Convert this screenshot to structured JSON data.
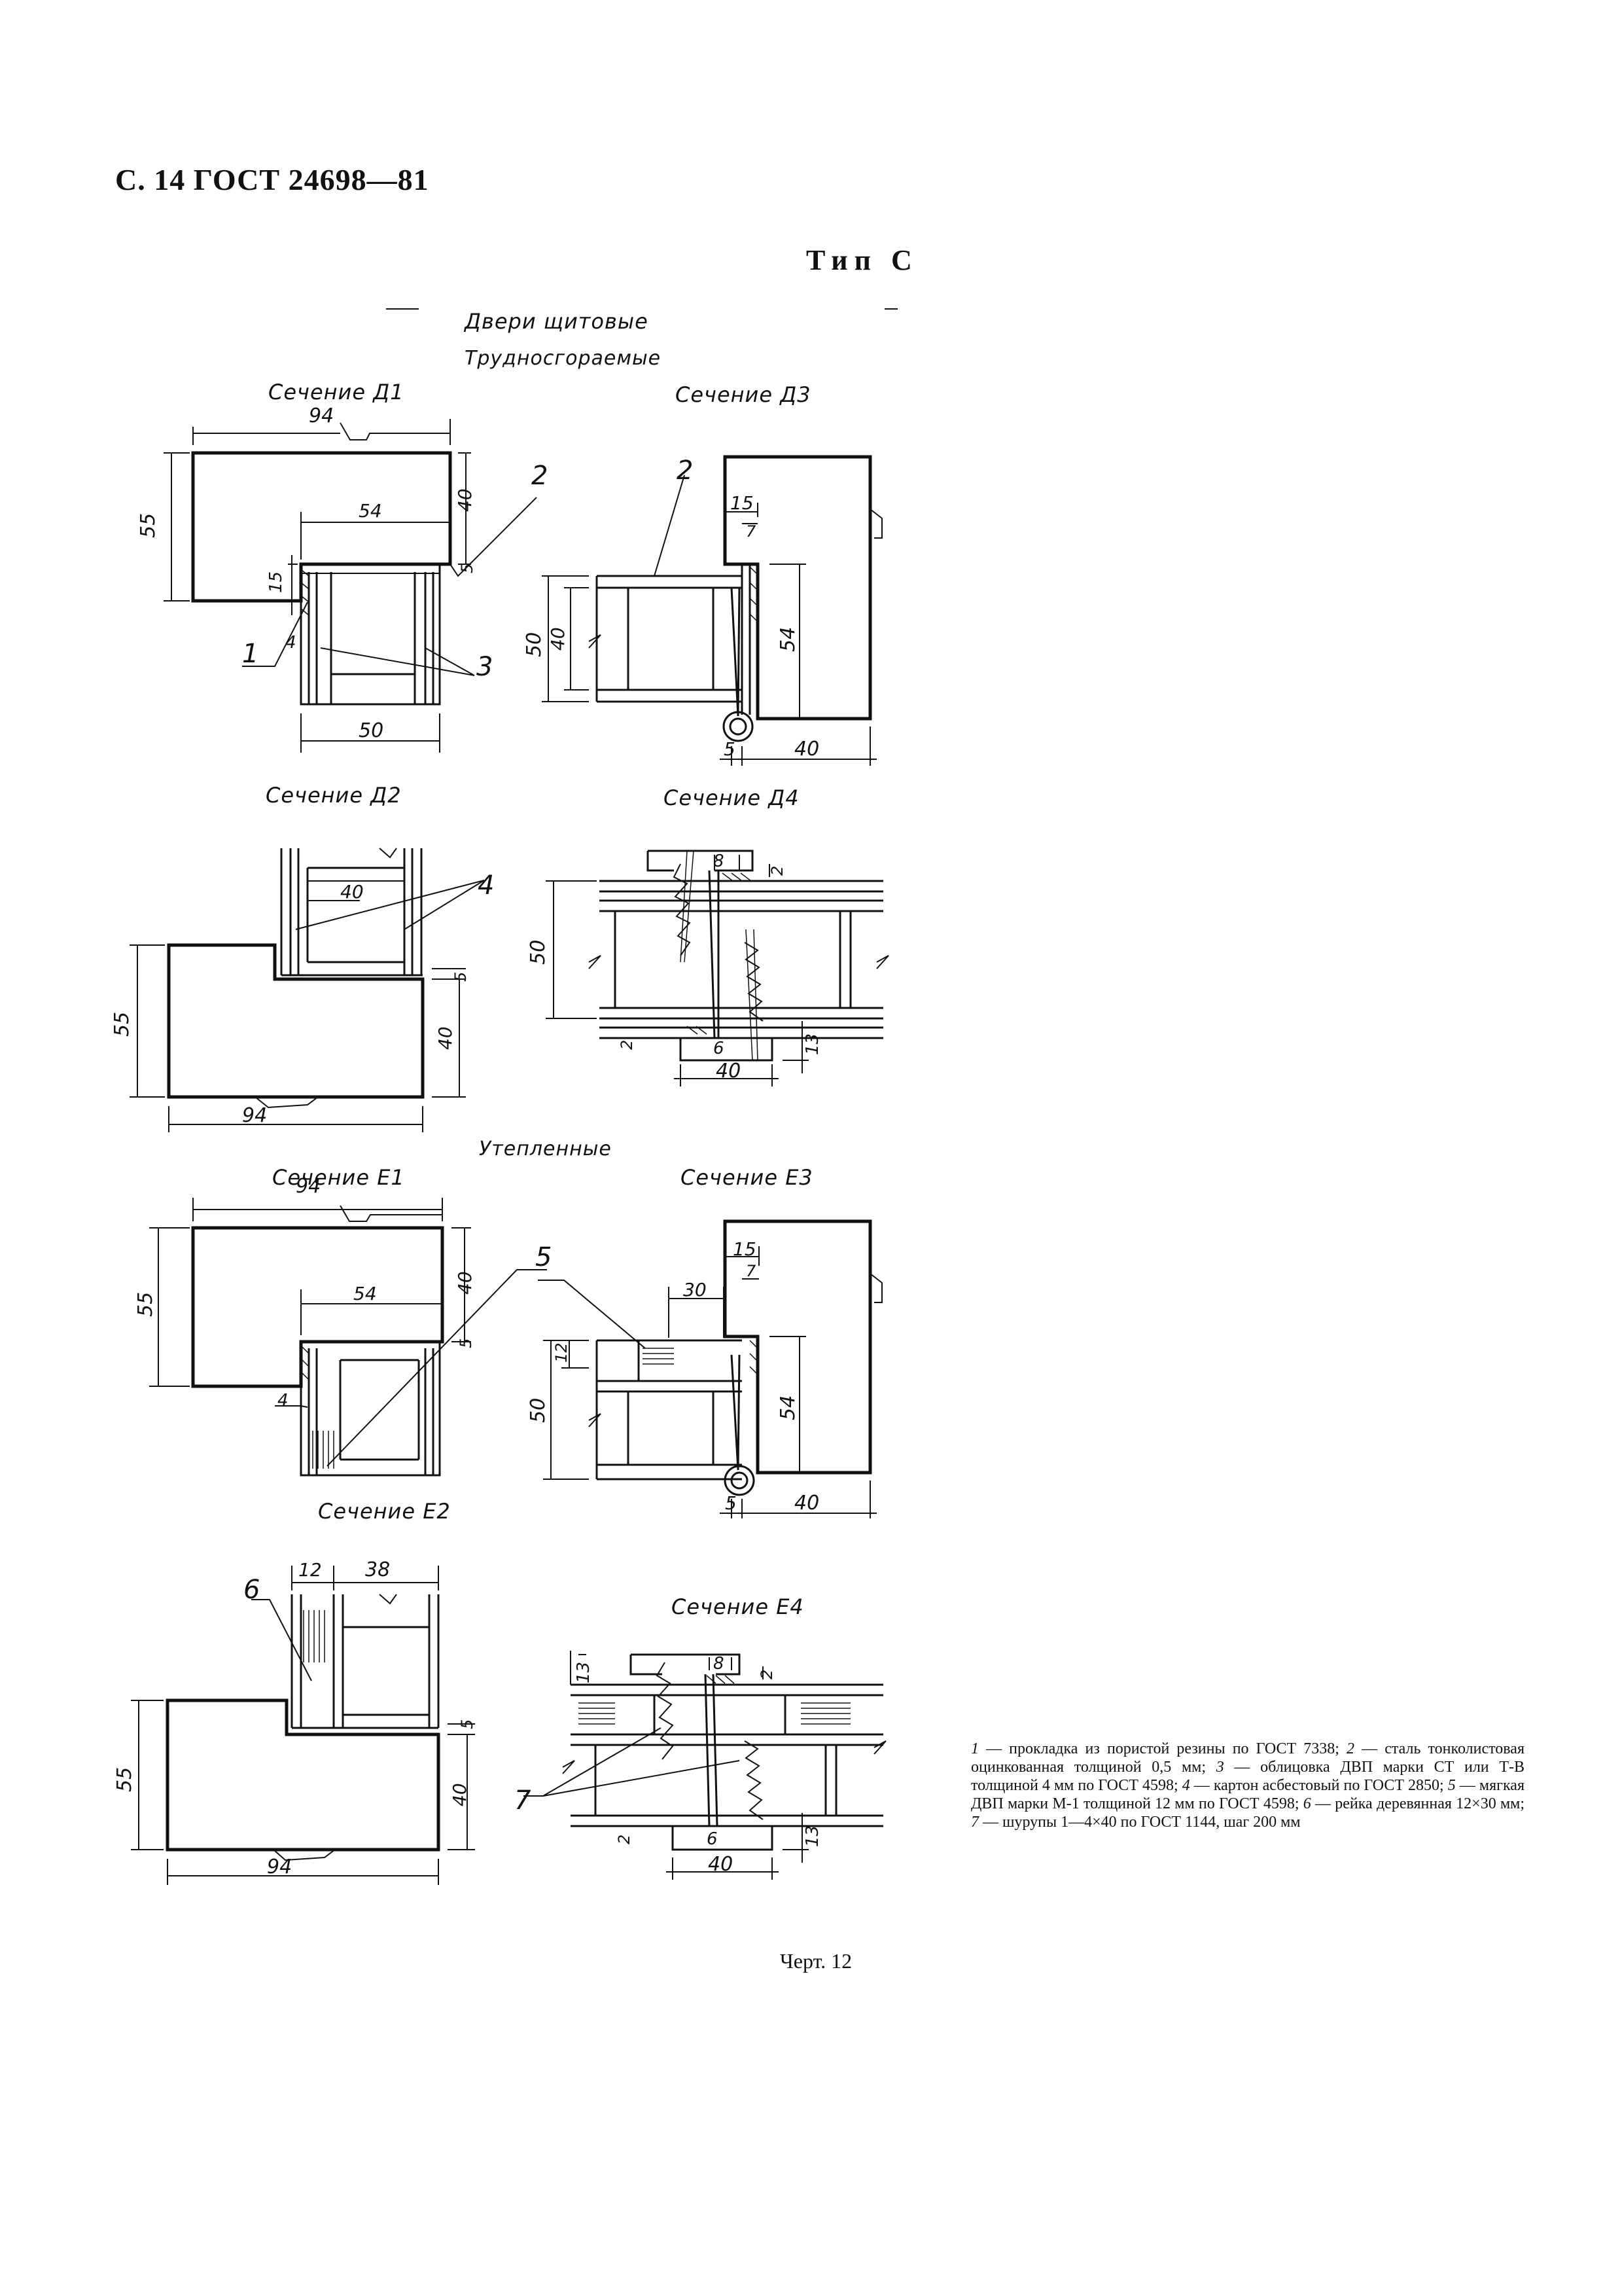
{
  "header": "С. 14 ГОСТ 24698—81",
  "type_title": "Тип С",
  "group_title_1": "Двери щитовые",
  "group_title_2": "Трудносгораемые",
  "group_title_3": "Утепленные",
  "sections": {
    "d1": "Сечение Д1",
    "d2": "Сечение Д2",
    "d3": "Сечение Д3",
    "d4": "Сечение Д4",
    "e1": "Сечение Е1",
    "e2": "Сечение Е2",
    "e3": "Сечение Е3",
    "e4": "Сечение Е4"
  },
  "dims": {
    "d1": [
      "94",
      "55",
      "40",
      "54",
      "15",
      "5",
      "4",
      "50"
    ],
    "d2": [
      "40",
      "55",
      "40",
      "94",
      "5"
    ],
    "d3": [
      "15",
      "7",
      "50",
      "40",
      "54",
      "5",
      "40"
    ],
    "d4": [
      "8",
      "2",
      "50",
      "2",
      "6",
      "13",
      "40"
    ],
    "e1": [
      "94",
      "55",
      "40",
      "54",
      "5",
      "4"
    ],
    "e2": [
      "12",
      "38",
      "5",
      "55",
      "40",
      "94"
    ],
    "e3": [
      "30",
      "15",
      "7",
      "12",
      "50",
      "54",
      "5",
      "40"
    ],
    "e4": [
      "13",
      "8",
      "2",
      "2",
      "6",
      "13",
      "40"
    ]
  },
  "callouts": {
    "d1": [
      "2",
      "1",
      "3"
    ],
    "d2": [
      "4"
    ],
    "d3": [
      "2"
    ],
    "e1": [
      "5"
    ],
    "e2": [
      "6"
    ],
    "e4": [
      "7"
    ]
  },
  "legend": [
    {
      "num": "1",
      "text": " — прокладка из пористой резины по ГОСТ 7338; "
    },
    {
      "num": "2",
      "text": " — сталь тонколистовая оцинкованная толщиной 0,5 мм; "
    },
    {
      "num": "3",
      "text": " — облицовка ДВП марки СТ или Т-В толщиной 4 мм по ГОСТ 4598; "
    },
    {
      "num": "4",
      "text": " — картон асбестовый по ГОСТ 2850; "
    },
    {
      "num": "5",
      "text": " — мягкая ДВП марки М-1 толщиной 12 мм по ГОСТ 4598; "
    },
    {
      "num": "6",
      "text": " — рейка деревянная 12×30 мм; "
    },
    {
      "num": "7",
      "text": " — шурупы 1—4×40 по ГОСТ 1144, шаг 200 мм"
    }
  ],
  "caption": "Черт. 12"
}
